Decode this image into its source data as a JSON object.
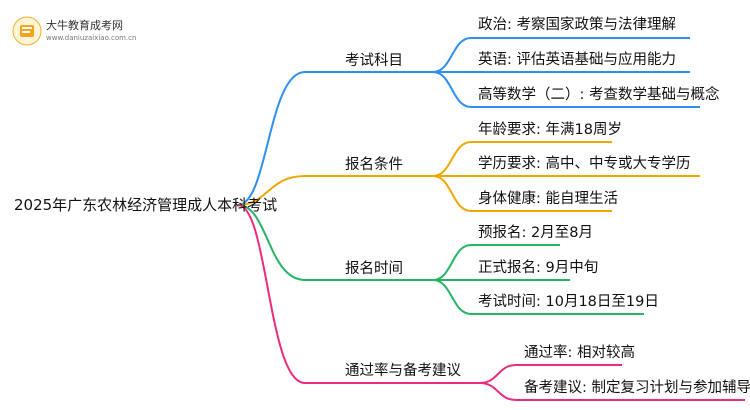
{
  "logo": {
    "title": "大牛教育成考网",
    "url": "www.daniuzaixiao.com.cn"
  },
  "root": {
    "label": "2025年广东农林经济管理成人本科考试"
  },
  "branches": [
    {
      "label": "考试科目",
      "color": "#2f8ff0",
      "children": [
        "政治: 考察国家政策与法律理解",
        "英语: 评估英语基础与应用能力",
        "高等数学（二）: 考查数学基础与概念"
      ]
    },
    {
      "label": "报名条件",
      "color": "#f0a800",
      "children": [
        "年龄要求: 年满18周岁",
        "学历要求: 高中、中专或大专学历",
        "身体健康: 能自理生活"
      ]
    },
    {
      "label": "报名时间",
      "color": "#25b565",
      "children": [
        "预报名: 2月至8月",
        "正式报名: 9月中旬",
        "考试时间: 10月18日至19日"
      ]
    },
    {
      "label": "通过率与备考建议",
      "color": "#ee2a7b",
      "children": [
        "通过率: 相对较高",
        "备考建议: 制定复习计划与参加辅导班"
      ]
    }
  ]
}
